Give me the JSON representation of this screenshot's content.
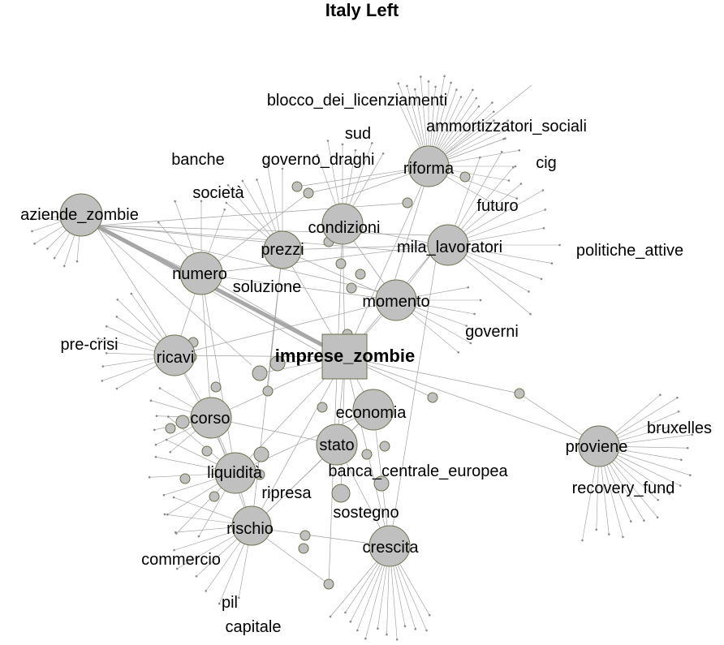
{
  "title": "Italy Left",
  "colors": {
    "node_fill": "#c0c0c0",
    "node_stroke": "#6e6e4e",
    "edge": "#a0a0a0",
    "strong_edge": "#a8a8a8"
  },
  "nodes": {
    "imprese_zombie": "imprese_zombie",
    "aziende_zombie": "aziende_zombie",
    "riforma": "riforma",
    "condizioni": "condizioni",
    "prezzi": "prezzi",
    "mila_lavoratori": "mila_lavoratori",
    "numero": "numero",
    "momento": "momento",
    "ricavi": "ricavi",
    "corso": "corso",
    "economia": "economia",
    "stato": "stato",
    "liquidita": "liquidità",
    "rischio": "rischio",
    "crescita": "crescita",
    "proviene": "proviene"
  },
  "terms": {
    "blocco_dei_licenziamenti": "blocco_dei_licenziamenti",
    "ammortizzatori_sociali": "ammortizzatori_sociali",
    "sud": "sud",
    "banche": "banche",
    "governo_draghi": "governo_draghi",
    "cig": "cig",
    "societa": "società",
    "futuro": "futuro",
    "politiche_attive": "politiche_attive",
    "soluzione": "soluzione",
    "governi": "governi",
    "pre_crisi": "pre-crisi",
    "bruxelles": "bruxelles",
    "banca_centrale_europea": "banca_centrale_europea",
    "ripresa": "ripresa",
    "sostegno": "sostegno",
    "recovery_fund": "recovery_fund",
    "commercio": "commercio",
    "pil": "pil",
    "capitale": "capitale"
  }
}
